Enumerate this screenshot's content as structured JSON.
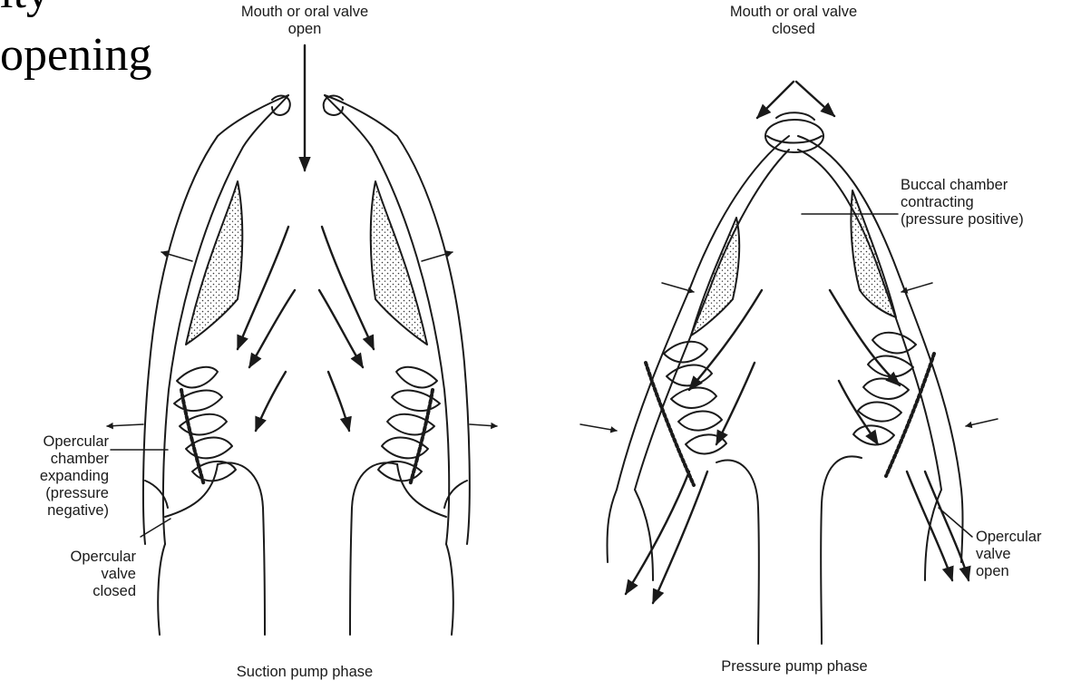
{
  "slide_text": {
    "line1": "ity",
    "line2": "opening"
  },
  "suction": {
    "mouth_label": [
      "Mouth or oral valve",
      "open"
    ],
    "opercular_chamber_label": [
      "Opercular",
      "chamber",
      "expanding",
      "(pressure",
      "negative)"
    ],
    "opercular_valve_label": [
      "Opercular",
      "valve",
      "closed"
    ],
    "caption": "Suction pump phase"
  },
  "pressure": {
    "mouth_label": [
      "Mouth or oral valve",
      "closed"
    ],
    "buccal_label": [
      "Buccal chamber",
      "contracting",
      "(pressure positive)"
    ],
    "opercular_valve_label": [
      "Opercular",
      "valve",
      "open"
    ],
    "caption": "Pressure pump phase"
  },
  "colors": {
    "ink": "#1a1a1a",
    "background": "#ffffff"
  }
}
